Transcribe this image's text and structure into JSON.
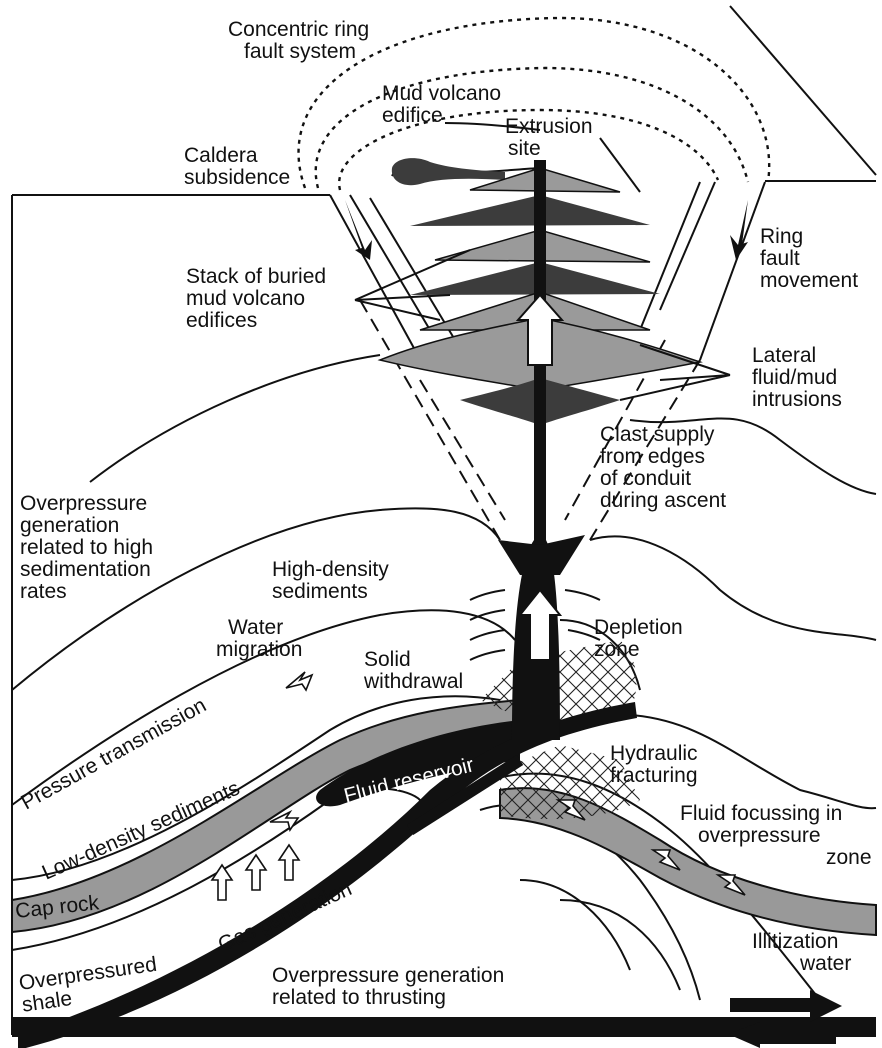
{
  "labels": {
    "concentric_ring": [
      "Concentric ring",
      "fault system"
    ],
    "mud_volcano_edifice": [
      "Mud volcano",
      "edifice"
    ],
    "extrusion_site": [
      "Extrusion",
      "site"
    ],
    "caldera_subsidence": [
      "Caldera",
      "subsidence"
    ],
    "ring_fault_movement": [
      "Ring",
      "fault",
      "movement"
    ],
    "stack_buried": [
      "Stack of buried",
      "mud volcano",
      "edifices"
    ],
    "lateral_intrusions": [
      "Lateral",
      "fluid/mud",
      "intrusions"
    ],
    "clast_supply": [
      "Clast supply",
      "from edges",
      "of conduit",
      "during ascent"
    ],
    "overpressure_sedimentation": [
      "Overpressure",
      "generation",
      "related to high",
      "sedimentation",
      "rates"
    ],
    "high_density": [
      "High-density",
      "sediments"
    ],
    "water_migration": [
      "Water",
      "migration"
    ],
    "depletion_zone": [
      "Depletion",
      "zone"
    ],
    "solid_withdrawal": [
      "Solid",
      "withdrawal"
    ],
    "pressure_transmission": "Pressure transmission",
    "fluid_reservoir": "Fluid reservoir",
    "hydraulic_fracturing": [
      "Hydraulic",
      "fracturing"
    ],
    "low_density": "Low-density sediments",
    "fluid_focussing": [
      "Fluid focussing in",
      "overpressure",
      "zone"
    ],
    "cap_rock": "Cap rock",
    "gas_generation": "Gas generation",
    "illitization": [
      "Illitization",
      "water"
    ],
    "overpressured_shale": [
      "Overpressured",
      "shale"
    ],
    "overpressure_thrusting": [
      "Overpressure generation",
      "related to thrusting"
    ]
  },
  "colors": {
    "ink": "#111111",
    "edifice_light": "#9a9a9a",
    "edifice_dark": "#3c3c3c",
    "cap_rock": "#999999",
    "background": "#ffffff"
  }
}
